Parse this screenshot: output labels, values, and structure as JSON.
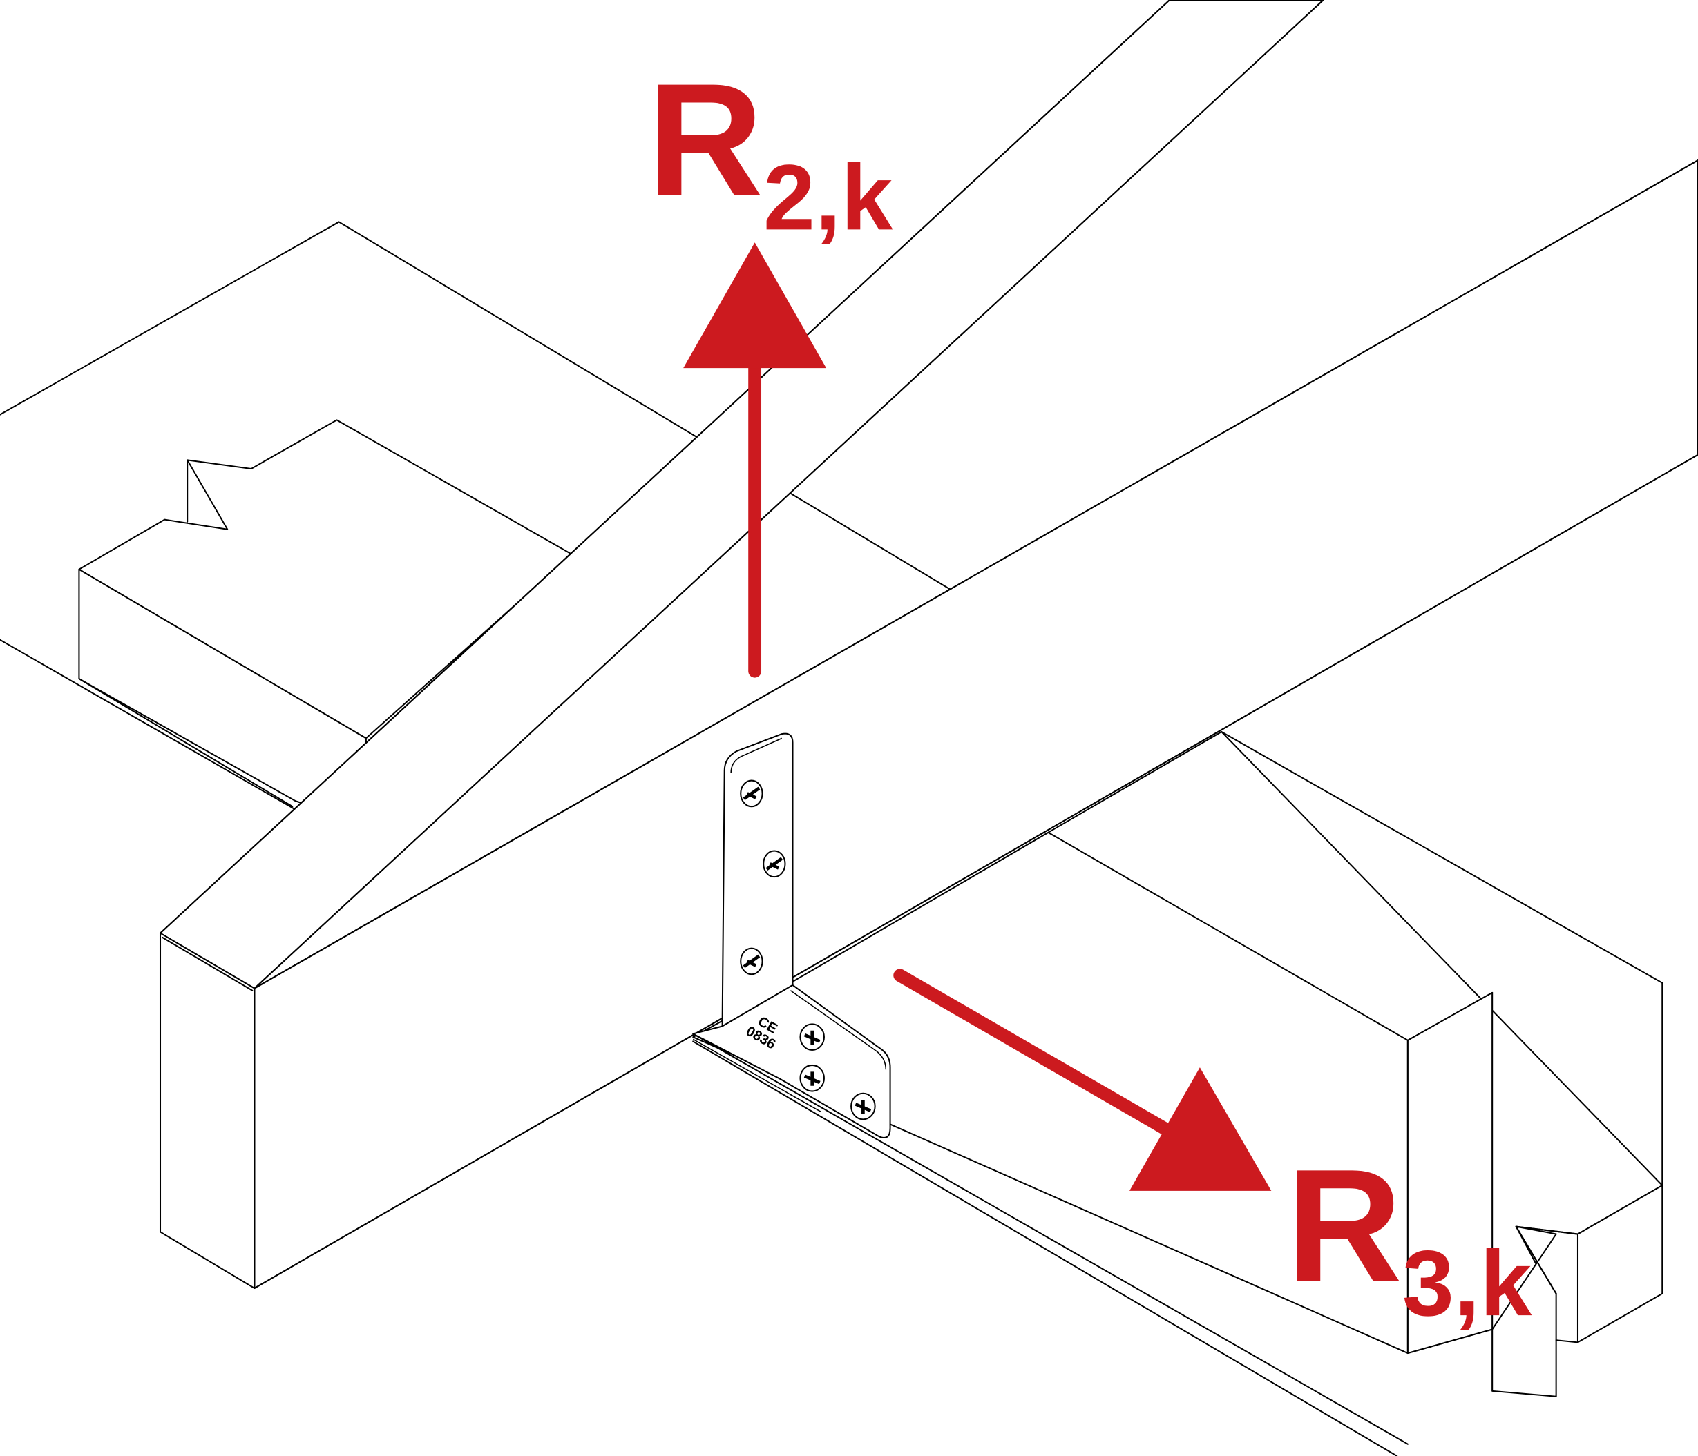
{
  "figure": {
    "accent_color": "#cc1a1f",
    "line_color": "#000000",
    "forces": [
      {
        "symbol": "R",
        "subscript": "2,k",
        "direction": "upward"
      },
      {
        "symbol": "R",
        "subscript": "3,k",
        "direction": "along-beam"
      }
    ],
    "bracket": {
      "marking_ce": "CE",
      "marking_number": "0836",
      "screw_icon": "phillips-screw-icon"
    }
  }
}
